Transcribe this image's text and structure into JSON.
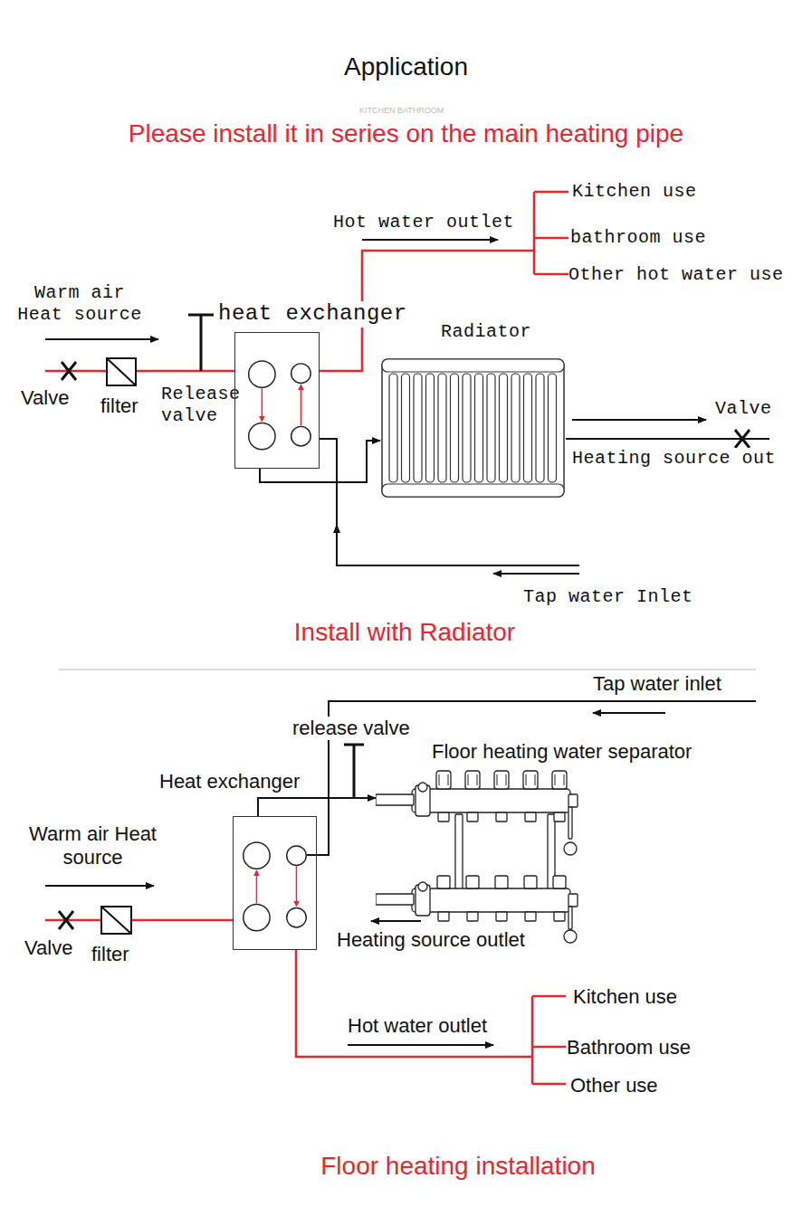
{
  "diagram": {
    "title": "Application",
    "nodes": [
      {
        "text": [
          "heat exchanger"
        ]
      },
      {
        "text": [
          "Radiator"
        ]
      },
      {
        "text": [
          "Heat exchanger"
        ]
      },
      {
        "text": [
          "Floor heating water separator"
        ]
      }
    ],
    "edges": [
      {
        "from": 0,
        "to": 1,
        "arrow": "to"
      },
      {
        "from": 2,
        "to": 3,
        "arrow": "to"
      }
    ],
    "labels": [
      "KITCHEN BATHROOM",
      "Please install it in series on the main heating pipe",
      "Kitchen use",
      "bathroom use",
      "Other hot water use",
      "Hot water outlet",
      "Warm air Heat source",
      "Valve",
      "filter",
      "Release valve",
      "Valve",
      "Heating source out",
      "Tap water Inlet",
      "Install with Radiator",
      "Tap water inlet",
      "release valve",
      "Warm air Heat source",
      "Valve",
      "filter",
      "Heating source outlet",
      "Hot water outlet",
      "Kitchen use",
      "Bathroom use",
      "Other use",
      "Floor heating installation"
    ]
  }
}
